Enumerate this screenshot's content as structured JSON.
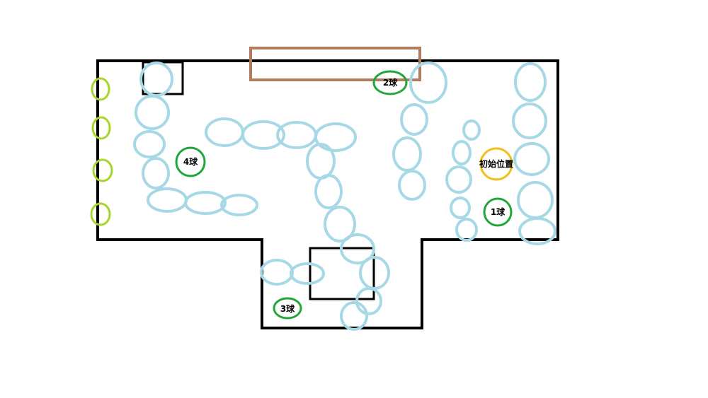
{
  "colors": {
    "background": "#ffffff",
    "wall": "#000000",
    "obstacle": "#a7d8e6",
    "ball_ring": "#22a63a",
    "start_ring": "#f2c01e",
    "side_marker": "#a6d62b",
    "top_bar": "#b27d5e"
  },
  "labels": {
    "ball_1": "1球",
    "ball_2": "2球",
    "ball_3": "3球",
    "ball_4": "4球",
    "start": "初始位置"
  }
}
